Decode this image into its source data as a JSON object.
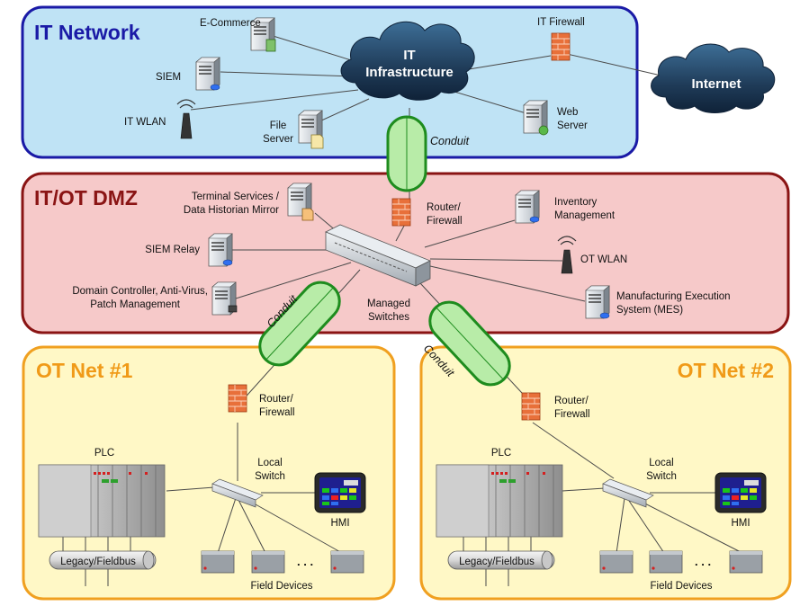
{
  "zones": {
    "it_network": {
      "title": "IT Network",
      "title_color": "#1a1aa6",
      "fill": "#bfe3f5",
      "stroke": "#1a1aa6"
    },
    "dmz": {
      "title": "IT/OT DMZ",
      "title_color": "#8a1414",
      "fill": "#f6c9c9",
      "stroke": "#8a1414"
    },
    "ot_net_1": {
      "title": "OT Net #1",
      "title_color": "#f09a18",
      "fill": "#fff8c6",
      "stroke": "#f0a020"
    },
    "ot_net_2": {
      "title": "OT Net #2",
      "title_color": "#f09a18",
      "fill": "#fff8c6",
      "stroke": "#f0a020"
    }
  },
  "clouds": {
    "it_infrastructure": [
      "IT",
      "Infrastructure"
    ],
    "internet": [
      "Internet"
    ]
  },
  "conduit_label": "Conduit",
  "it_network": {
    "ecommerce": [
      "E-Commerce"
    ],
    "siem": [
      "SIEM"
    ],
    "it_wlan": [
      "IT WLAN"
    ],
    "file_server": [
      "File",
      "Server"
    ],
    "it_firewall": [
      "IT Firewall"
    ],
    "web_server": [
      "Web",
      "Server"
    ]
  },
  "dmz": {
    "terminal_services": [
      "Terminal Services /",
      "Data Historian Mirror"
    ],
    "siem_relay": [
      "SIEM Relay"
    ],
    "domain_controller": [
      "Domain Controller, Anti-Virus,",
      "Patch Management"
    ],
    "router_firewall": [
      "Router/",
      "Firewall"
    ],
    "inventory": [
      "Inventory",
      "Management"
    ],
    "ot_wlan": [
      "OT WLAN"
    ],
    "mes": [
      "Manufacturing Execution",
      "System (MES)"
    ],
    "managed_switches": [
      "Managed",
      "Switches"
    ]
  },
  "ot_net_1": {
    "router_firewall": [
      "Router/",
      "Firewall"
    ],
    "plc": [
      "PLC"
    ],
    "local_switch": [
      "Local",
      "Switch"
    ],
    "hmi": [
      "HMI"
    ],
    "fieldbus": [
      "Legacy/Fieldbus"
    ],
    "field_devices": [
      "Field Devices"
    ],
    "ellipsis": ". . ."
  },
  "ot_net_2": {
    "router_firewall": [
      "Router/",
      "Firewall"
    ],
    "plc": [
      "PLC"
    ],
    "local_switch": [
      "Local",
      "Switch"
    ],
    "hmi": [
      "HMI"
    ],
    "fieldbus": [
      "Legacy/Fieldbus"
    ],
    "field_devices": [
      "Field Devices"
    ],
    "ellipsis": ". . ."
  },
  "colors": {
    "line": "#4a4a4a",
    "cloud": "#1f3b58",
    "conduit_fill": "#b8eca8",
    "conduit_stroke": "#1e8c1e",
    "firewall": "#e8703a",
    "server": "#d8dde3"
  }
}
